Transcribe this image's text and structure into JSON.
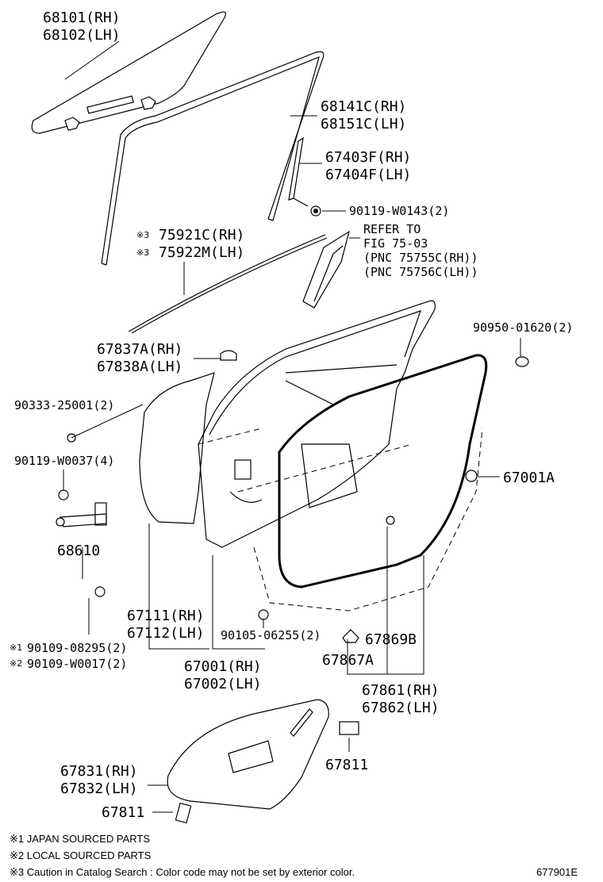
{
  "labels": {
    "glass_rh": "68101(RH)",
    "glass_lh": "68102(LH)",
    "run_rh": "68141C(RH)",
    "run_lh": "68151C(LH)",
    "seal_rh": "67403F(RH)",
    "seal_lh": "67404F(LH)",
    "screw_a": "90119-W0143(2)",
    "mold_rh": "75921C(RH)",
    "mold_lh": "75922M(LH)",
    "mark3": "※3",
    "refer_1": "REFER TO",
    "refer_2": "FIG 75-03",
    "refer_3": "(PNC 75755C(RH))",
    "refer_4": "(PNC 75756C(LH))",
    "cap": "90950-01620(2)",
    "cover_rh": "67837A(RH)",
    "cover_lh": "67838A(LH)",
    "clip_a": "90333-25001(2)",
    "bolt_a": "90119-W0037(4)",
    "check": "68610",
    "weather": "67001A",
    "outer_rh": "67111(RH)",
    "outer_lh": "67112(LH)",
    "bolt_b": "90105-06255(2)",
    "clip_b": "67869B",
    "clip_c": "67867A",
    "bolt_c1": "90109-08295(2)",
    "bolt_c2": "90109-W0017(2)",
    "mark1": "※1",
    "mark2": "※2",
    "door_rh": "67001(RH)",
    "door_lh": "67002(LH)",
    "strip_rh": "67861(RH)",
    "strip_lh": "67862(LH)",
    "film_rh": "67831(RH)",
    "film_lh": "67832(LH)",
    "tape_a": "67811",
    "tape_b": "67811"
  },
  "notes": {
    "note1": "※1 JAPAN SOURCED PARTS",
    "note2": "※2 LOCAL SOURCED PARTS",
    "note3": "※3 Caution in Catalog Search : Color code may not be set by exterior color.",
    "figure_id": "677901E"
  }
}
